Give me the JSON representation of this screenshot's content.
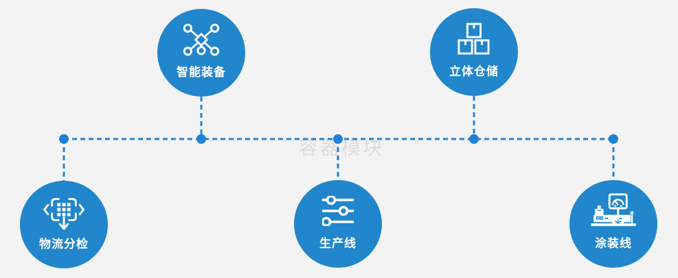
{
  "page": {
    "watermark": "容器模块",
    "background": "#f3f3f4"
  },
  "palette": {
    "node_blue": "#2186cb",
    "connector_blue": "#2183d3",
    "junction_dot_blue": "#1f82d6",
    "icon_white": "#ffffff",
    "watermark_gray": "#dcdbde"
  },
  "nodes": [
    {
      "id": "smart-equipment",
      "label": "智能装备",
      "icon": "network-nodes-icon",
      "row": "top"
    },
    {
      "id": "warehouse",
      "label": "立体仓储",
      "icon": "stacked-boxes-icon",
      "row": "top"
    },
    {
      "id": "logistics",
      "label": "物流分检",
      "icon": "sorting-arrows-icon",
      "row": "bottom"
    },
    {
      "id": "production",
      "label": "生产线",
      "icon": "sliders-icon",
      "row": "bottom"
    },
    {
      "id": "painting",
      "label": "涂装线",
      "icon": "machine-monitor-icon",
      "row": "bottom"
    }
  ],
  "connections": [
    {
      "from": "logistics",
      "to": "trunk",
      "direction": "down"
    },
    {
      "from": "smart-equipment",
      "to": "trunk",
      "direction": "up"
    },
    {
      "from": "production",
      "to": "trunk",
      "direction": "down"
    },
    {
      "from": "warehouse",
      "to": "trunk",
      "direction": "up"
    },
    {
      "from": "painting",
      "to": "trunk",
      "direction": "down"
    }
  ]
}
